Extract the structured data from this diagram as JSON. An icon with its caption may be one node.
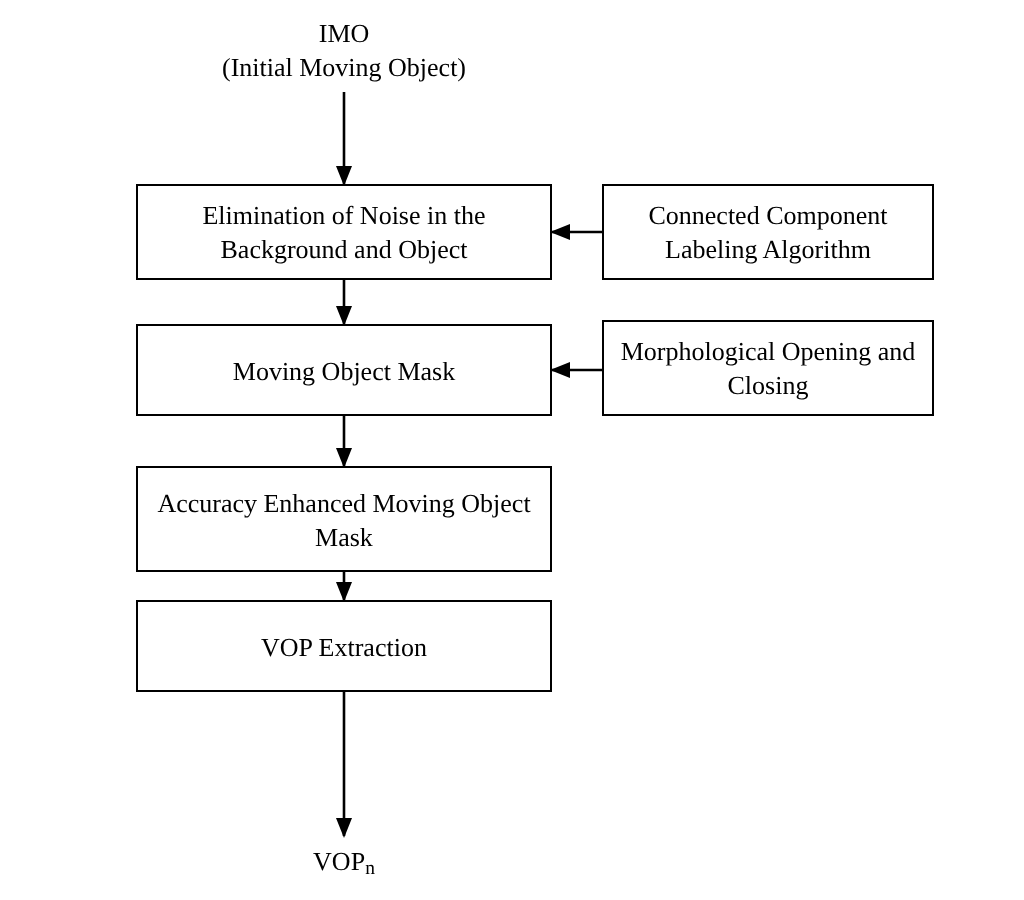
{
  "diagram": {
    "nodes": [
      {
        "text": [
          "IMO",
          "(Initial Moving Object)"
        ]
      },
      {
        "text": [
          "Elimination of Noise in the Background and Object"
        ]
      },
      {
        "text": [
          "Connected Component Labeling Algorithm"
        ]
      },
      {
        "text": [
          "Moving Object Mask"
        ]
      },
      {
        "text": [
          "Morphological Opening and Closing"
        ]
      },
      {
        "text": [
          "Accuracy Enhanced Moving Object Mask"
        ]
      },
      {
        "text": [
          "VOP Extraction"
        ]
      },
      {
        "text": [
          "VOP$_{n}$"
        ]
      }
    ],
    "edges": [
      {
        "from": 0,
        "to": 1,
        "arrow": "to"
      },
      {
        "from": 2,
        "to": 1,
        "arrow": "to"
      },
      {
        "from": 1,
        "to": 3,
        "arrow": "to"
      },
      {
        "from": 4,
        "to": 3,
        "arrow": "to"
      },
      {
        "from": 3,
        "to": 5,
        "arrow": "to"
      },
      {
        "from": 5,
        "to": 6,
        "arrow": "to"
      },
      {
        "from": 6,
        "to": 7,
        "arrow": "to"
      }
    ]
  }
}
